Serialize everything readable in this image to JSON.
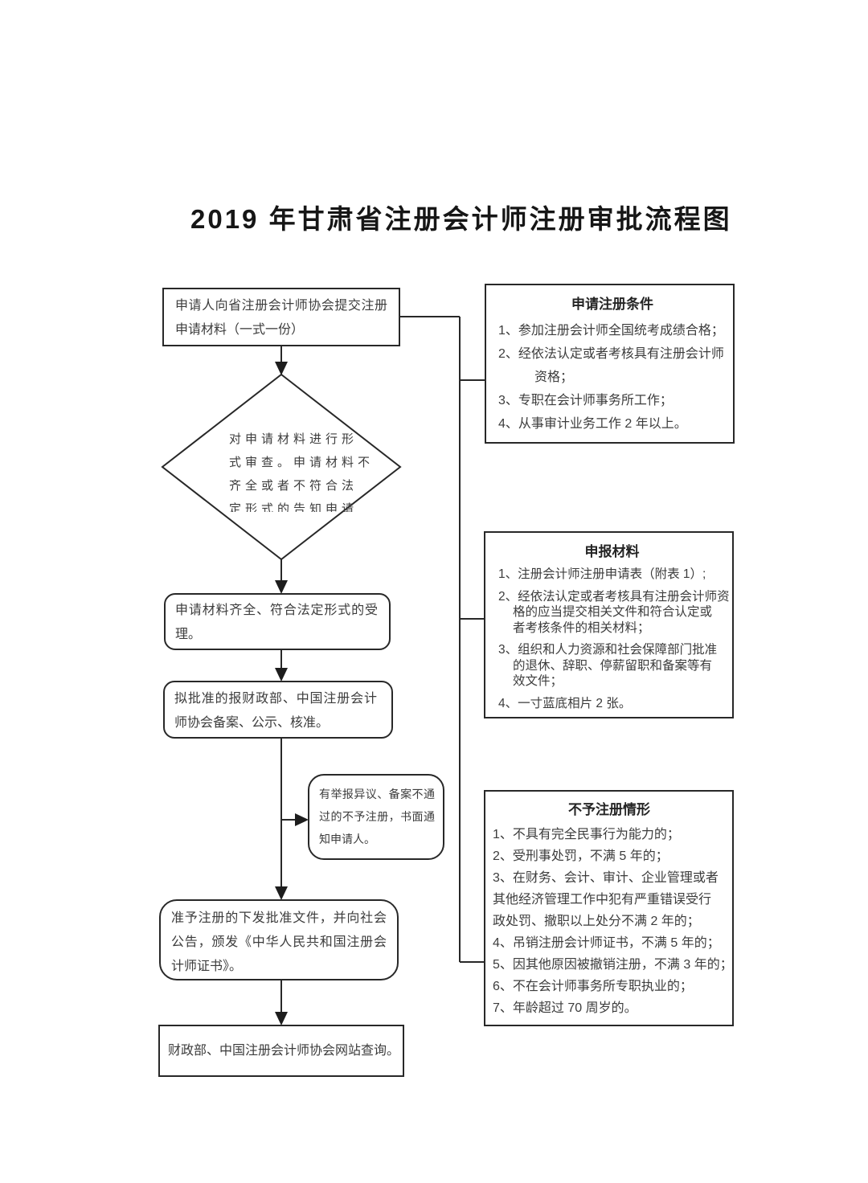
{
  "page_title": "2019 年甘肃省注册会计师注册审批流程图",
  "flowchart": {
    "step_submit": "申请人向省注册会计师协会提交注册申请材料（一式一份）",
    "decision_review_lines": [
      "对申请材料进行形",
      "式审查。申请材料不",
      "齐全或者不符合法",
      "定形式的告知申请"
    ],
    "step_accept": "申请材料齐全、符合法定形式的受理。",
    "step_record": "拟批准的报财政部、中国注册会计师协会备案、公示、核准。",
    "step_reject_notice": "有举报异议、备案不通过的不予注册，书面通知申请人。",
    "step_approve_issue": "准予注册的下发批准文件，并向社会公告，颁发《中华人民共和国注册会计师证书》。",
    "step_query": "财政部、中国注册会计师协会网站查询。"
  },
  "panel_conditions": {
    "title": "申请注册条件",
    "lines": [
      "1、参加注册会计师全国统考成绩合格；",
      "2、经依法认定或者考核具有注册会计师",
      "资格；",
      "3、专职在会计师事务所工作；",
      "4、从事审计业务工作 2 年以上。"
    ]
  },
  "panel_materials": {
    "title": "申报材料",
    "lines": [
      "1、注册会计师注册申请表（附表 1）;",
      "2、经依法认定或者考核具有注册会计师资",
      "格的应当提交相关文件和符合认定或",
      "者考核条件的相关材料；",
      "3、组织和人力资源和社会保障部门批准",
      "的退休、辞职、停薪留职和备案等有",
      "效文件；",
      "4、一寸蓝底相片 2 张。"
    ]
  },
  "panel_denial": {
    "title": "不予注册情形",
    "lines": [
      "1、不具有完全民事行为能力的；",
      "2、受刑事处罚，不满 5 年的；",
      "3、在财务、会计、审计、企业管理或者",
      "其他经济管理工作中犯有严重错误受行",
      "政处罚、撤职以上处分不满 2 年的；",
      "4、吊销注册会计师证书，不满 5 年的；",
      "5、因其他原因被撤销注册，不满 3 年的；",
      "6、不在会计师事务所专职执业的；",
      "7、年龄超过 70 周岁的。"
    ]
  },
  "colors": {
    "line": "#282828",
    "text": "#3c3c3c",
    "title": "#161616",
    "background": "#ffffff"
  }
}
